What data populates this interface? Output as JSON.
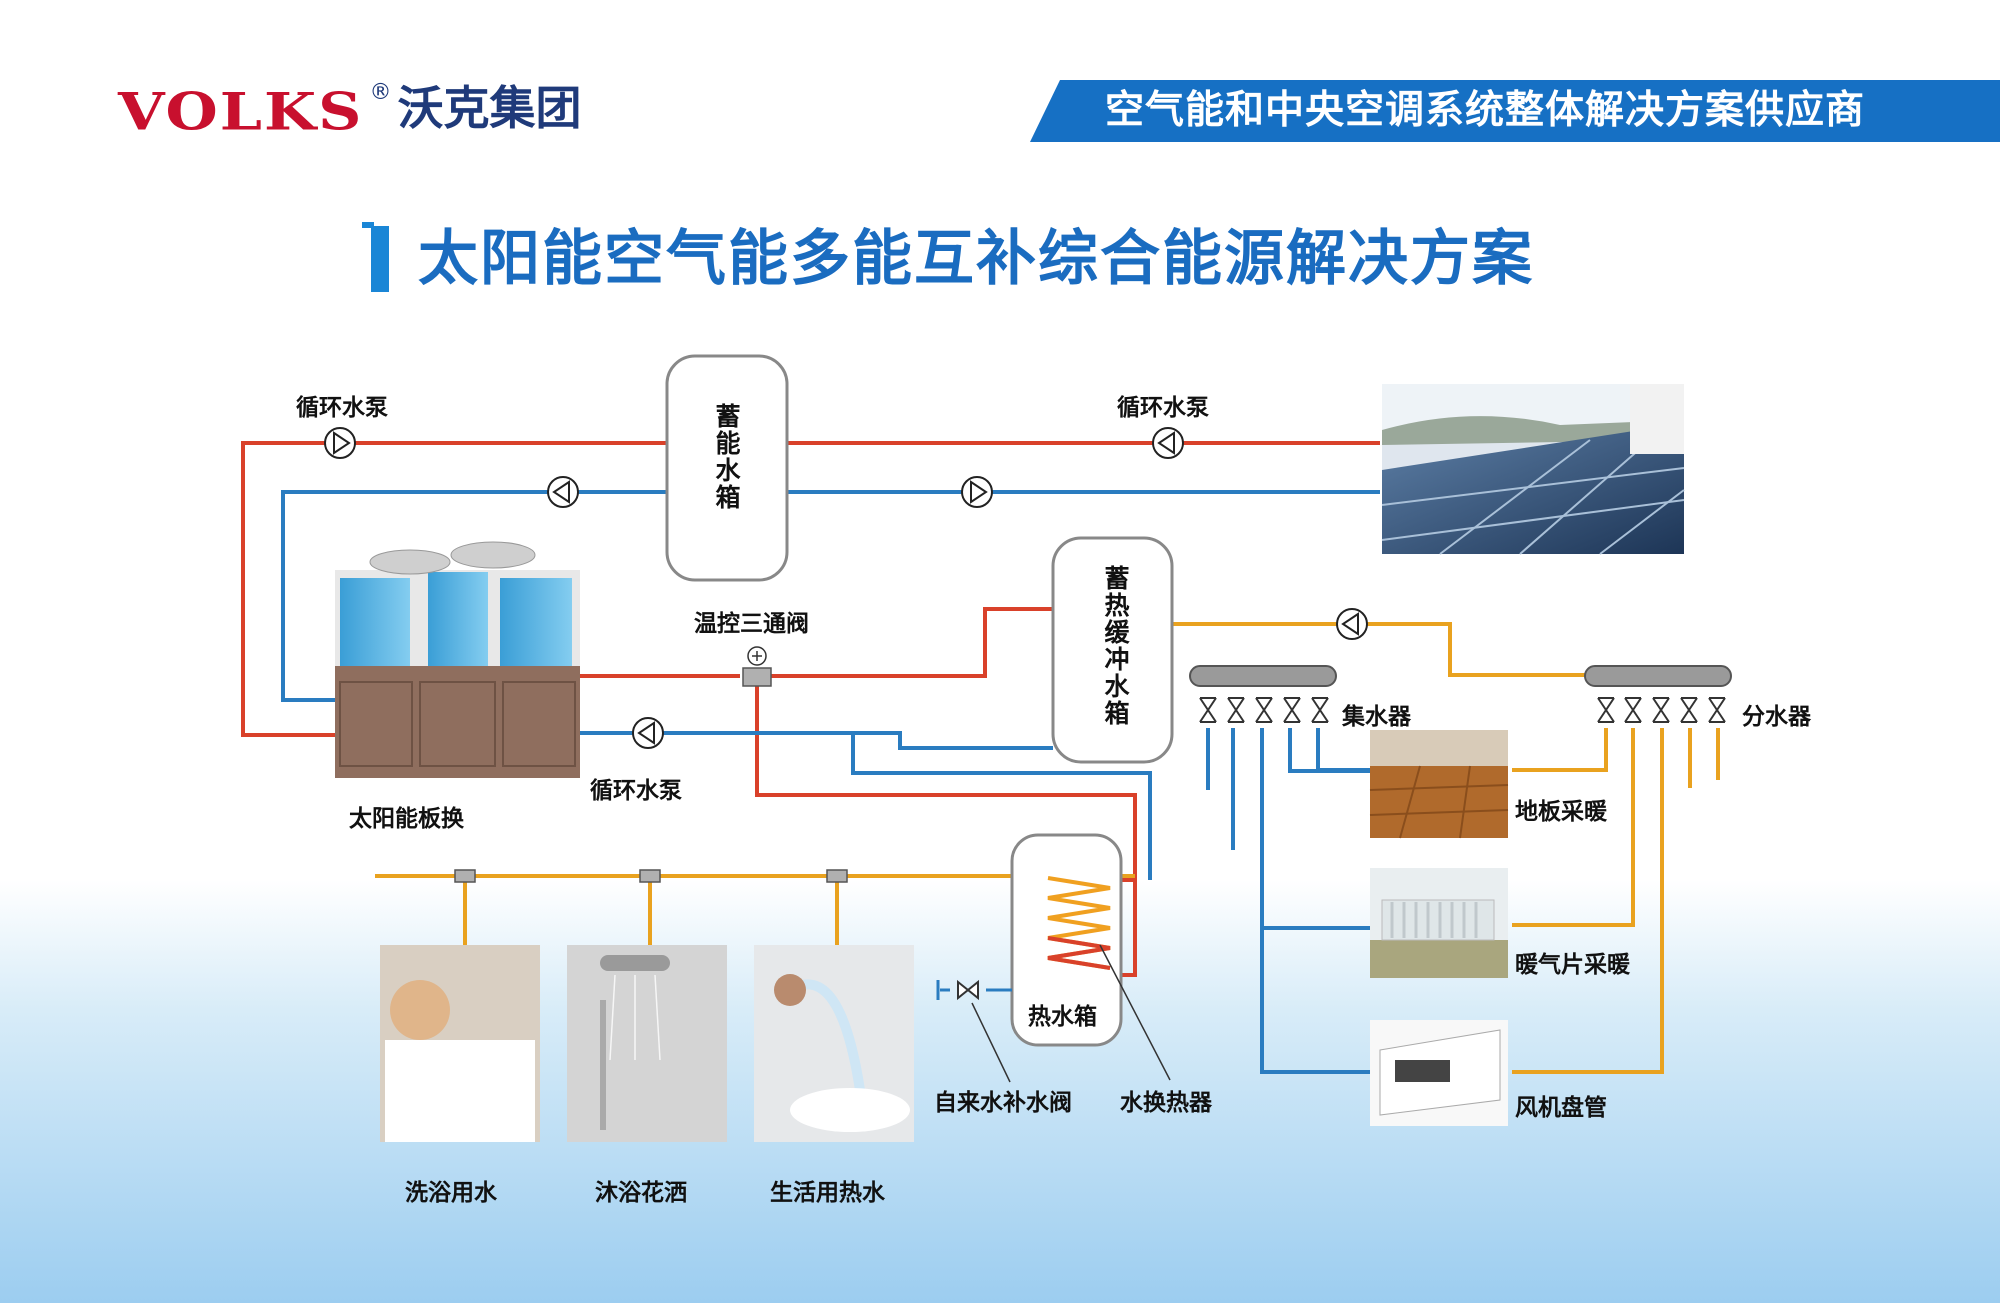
{
  "header": {
    "brand_latin": "VOLKS",
    "brand_registered": "®",
    "brand_cn": "沃克集团",
    "tagline": "空气能和中央空调系统整体解决方案供应商"
  },
  "title": "太阳能空气能多能互补综合能源解决方案",
  "labels": {
    "pump_top_left": "循环水泵",
    "pump_top_right": "循环水泵",
    "pump_bottom": "循环水泵",
    "storage_tank": "蓄能水箱",
    "buffer_tank": "蓄热缓冲水箱",
    "three_way_valve": "温控三通阀",
    "solar_plate_exchanger": "太阳能板换",
    "collector": "集水器",
    "distributor": "分水器",
    "floor_heating": "地板采暖",
    "radiator_heating": "暖气片采暖",
    "fan_coil": "风机盘管",
    "hot_water_tank": "热水箱",
    "makeup_valve": "自来水补水阀",
    "water_heat_exchanger": "水换热器",
    "bath_water": "洗浴用水",
    "shower": "沐浴花洒",
    "domestic_hot_water": "生活用热水"
  },
  "colors": {
    "hot_line": "#d9412a",
    "cold_line": "#2a7cc0",
    "supply_line": "#e9a21f",
    "accent_blue": "#1670c4"
  },
  "icons": {
    "pump": "pump-icon",
    "valve": "valve-icon",
    "manifold": "manifold-icon",
    "heat_coil": "heat-coil-icon"
  }
}
